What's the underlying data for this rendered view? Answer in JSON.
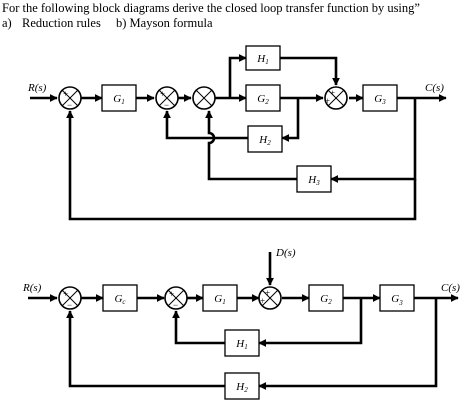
{
  "question": {
    "line1": "For the following block diagrams derive the closed loop transfer function by using”",
    "part_a_marker": "a)",
    "part_a": "Reduction rules",
    "part_b_marker": "b)",
    "part_b": "Mayson formula"
  },
  "diagram1": {
    "input": "R(s)",
    "output": "C(s)",
    "blocks": {
      "g1": {
        "name": "G",
        "sub": "1"
      },
      "g2": {
        "name": "G",
        "sub": "2"
      },
      "g3": {
        "name": "G",
        "sub": "3"
      },
      "h1": {
        "name": "H",
        "sub": "1"
      },
      "h2": {
        "name": "H",
        "sub": "2"
      },
      "h3": {
        "name": "H",
        "sub": "3"
      }
    },
    "signs": {
      "sj1_top": "+",
      "sj1_bot": "−",
      "sj2_top": "+",
      "sj2_bot": "−",
      "sj4_a": "+",
      "sj4_b": "+"
    }
  },
  "diagram2": {
    "input": "R(s)",
    "output": "C(s)",
    "disturbance": "D(s)",
    "blocks": {
      "gc": {
        "name": "G",
        "sub": "c"
      },
      "g1": {
        "name": "G",
        "sub": "1"
      },
      "g2": {
        "name": "G",
        "sub": "2"
      },
      "g3": {
        "name": "G",
        "sub": "3"
      },
      "h1": {
        "name": "H",
        "sub": "1"
      },
      "h2": {
        "name": "H",
        "sub": "2"
      }
    },
    "signs": {
      "sj1_top": "+",
      "sj1_bot": "−",
      "sj2_top": "+",
      "sj2_bot": "−",
      "sj3_a": "+",
      "sj3_b": "+"
    }
  }
}
